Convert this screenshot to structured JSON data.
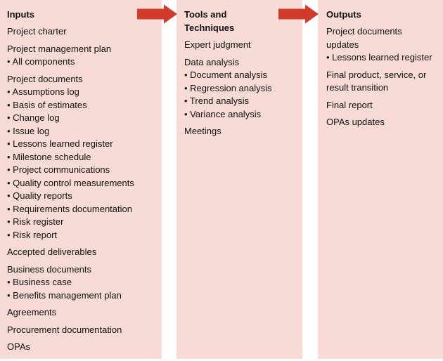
{
  "diagram": {
    "colors": {
      "page_bg": "#ffffff",
      "panel_bg": "#f7dbd4",
      "arrow": "#d23a2a",
      "text": "#111111"
    },
    "bullet_glyph": "•",
    "arrows": [
      {
        "icon": "right-arrow-icon"
      },
      {
        "icon": "right-arrow-icon"
      }
    ],
    "columns": [
      {
        "title": "Inputs",
        "items": [
          {
            "text": "Project charter",
            "bullets": []
          },
          {
            "text": "Project management plan",
            "bullets": [
              "All components"
            ]
          },
          {
            "text": "Project documents",
            "bullets": [
              "Assumptions log",
              "Basis of estimates",
              "Change log",
              "Issue log",
              "Lessons learned register",
              "Milestone schedule",
              "Project communications",
              "Quality control measurements",
              "Quality reports",
              "Requirements documentation",
              "Risk register",
              "Risk report"
            ]
          },
          {
            "text": "Accepted deliverables",
            "bullets": []
          },
          {
            "text": "Business documents",
            "bullets": [
              "Business case",
              "Benefits management plan"
            ]
          },
          {
            "text": "Agreements",
            "bullets": []
          },
          {
            "text": "Procurement documentation",
            "bullets": []
          },
          {
            "text": "OPAs",
            "bullets": []
          }
        ]
      },
      {
        "title": "Tools and Techniques",
        "items": [
          {
            "text": "Expert judgment",
            "bullets": []
          },
          {
            "text": "Data analysis",
            "bullets": [
              "Document analysis",
              "Regression analysis",
              "Trend analysis",
              "Variance analysis"
            ]
          },
          {
            "text": "Meetings",
            "bullets": []
          }
        ]
      },
      {
        "title": "Outputs",
        "items": [
          {
            "text": "Project documents updates",
            "bullets": [
              "Lessons learned register"
            ]
          },
          {
            "text": "Final product, service, or result transition",
            "bullets": []
          },
          {
            "text": "Final report",
            "bullets": []
          },
          {
            "text": "OPAs updates",
            "bullets": []
          }
        ]
      }
    ]
  }
}
